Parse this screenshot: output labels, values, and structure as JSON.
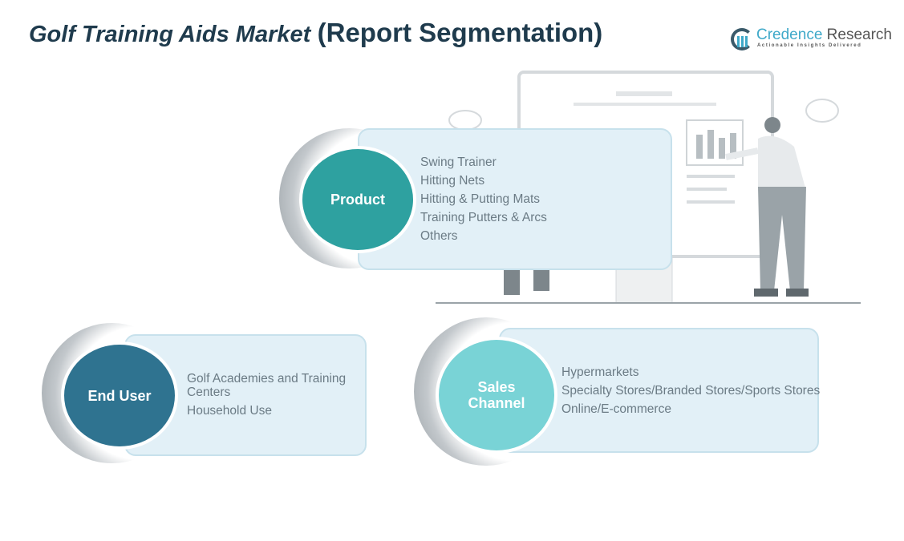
{
  "title": {
    "part1": "Golf Training Aids Market",
    "part2": "(Report Segmentation)"
  },
  "logo": {
    "name1": "Credence",
    "name2": "Research",
    "tagline": "Actionable Insights Delivered"
  },
  "segments": [
    {
      "label": "Product",
      "color": "#2ea1a0",
      "items": [
        "Swing Trainer",
        "Hitting Nets",
        "Hitting & Putting Mats",
        "Training Putters & Arcs",
        "Others"
      ]
    },
    {
      "label": "End User",
      "color": "#2f7390",
      "items": [
        "Golf Academies and Training Centers",
        "Household Use"
      ]
    },
    {
      "label": "Sales Channel",
      "color": "#79d3d6",
      "items": [
        "Hypermarkets",
        "Specialty Stores/Branded Stores/Sports Stores",
        "Online/E-commerce"
      ]
    }
  ]
}
